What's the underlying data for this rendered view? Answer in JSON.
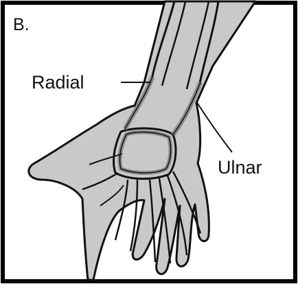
{
  "panel": {
    "letter": "B."
  },
  "labels": {
    "radial": "Radial",
    "ulnar": "Ulnar"
  },
  "colors": {
    "skin": "#c9c9c9",
    "outline": "#111111",
    "vessel": "#8c8c8c",
    "frame": "#000000"
  }
}
